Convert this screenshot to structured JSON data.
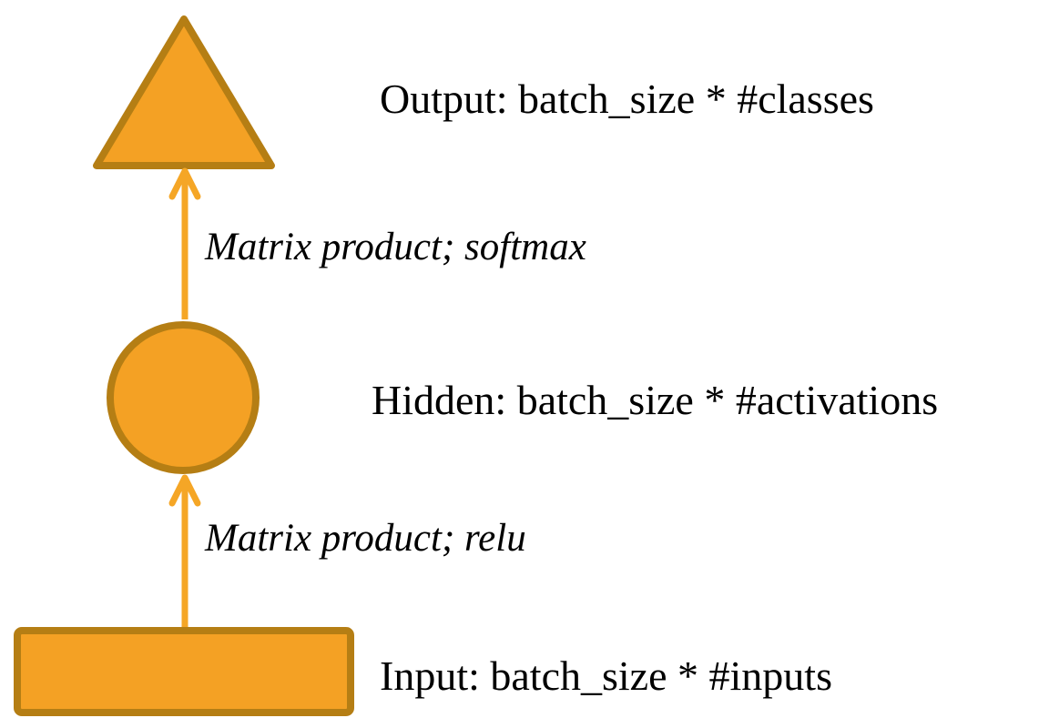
{
  "diagram": {
    "type": "flow-diagram",
    "description": "Feed-forward neural network layer diagram",
    "nodes": [
      {
        "id": "output",
        "shape": "triangle",
        "label": "Output: batch_size * #classes"
      },
      {
        "id": "hidden",
        "shape": "circle",
        "label": "Hidden: batch_size * #activations"
      },
      {
        "id": "input",
        "shape": "rectangle",
        "label": "Input: batch_size * #inputs"
      }
    ],
    "edges": [
      {
        "from": "hidden",
        "to": "output",
        "label": "Matrix product; softmax"
      },
      {
        "from": "input",
        "to": "hidden",
        "label": "Matrix product; relu"
      }
    ],
    "colors": {
      "shape_fill": "#F4A124",
      "shape_stroke": "#B57E14",
      "arrow": "#F5A626",
      "text": "#000000",
      "background": "#FFFFFF"
    }
  }
}
